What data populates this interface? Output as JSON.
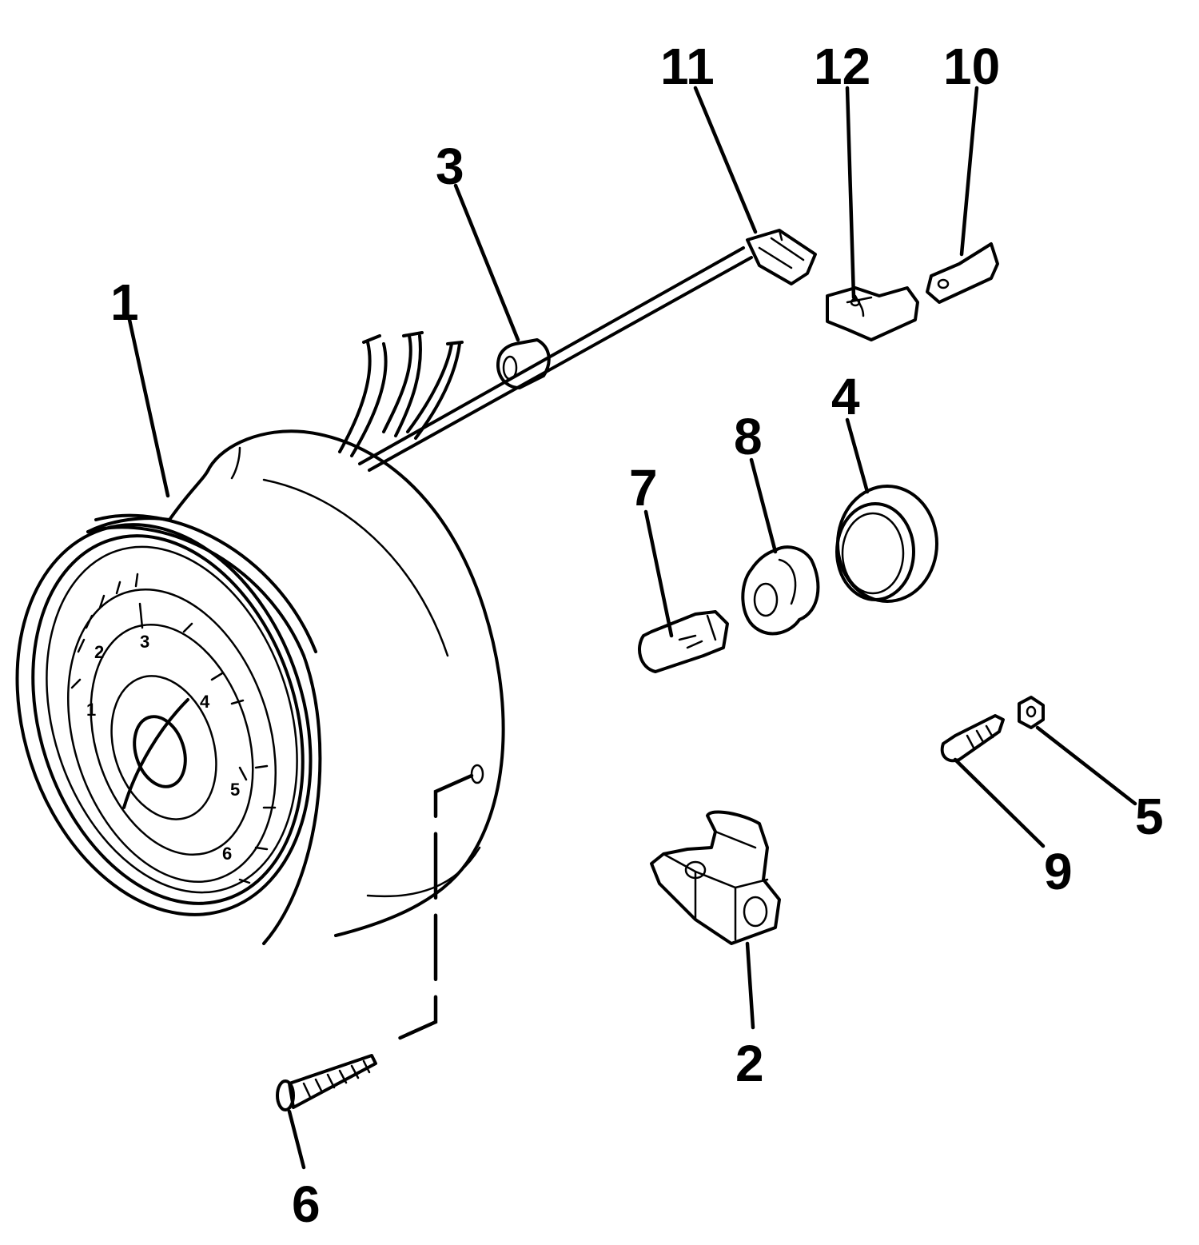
{
  "callouts": [
    {
      "id": "1",
      "label": "1"
    },
    {
      "id": "2",
      "label": "2"
    },
    {
      "id": "3",
      "label": "3"
    },
    {
      "id": "4",
      "label": "4"
    },
    {
      "id": "5",
      "label": "5"
    },
    {
      "id": "6",
      "label": "6"
    },
    {
      "id": "7",
      "label": "7"
    },
    {
      "id": "8",
      "label": "8"
    },
    {
      "id": "9",
      "label": "9"
    },
    {
      "id": "10",
      "label": "10"
    },
    {
      "id": "11",
      "label": "11"
    },
    {
      "id": "12",
      "label": "12"
    }
  ],
  "dial_numbers": [
    "1",
    "2",
    "3",
    "4",
    "5",
    "6"
  ]
}
